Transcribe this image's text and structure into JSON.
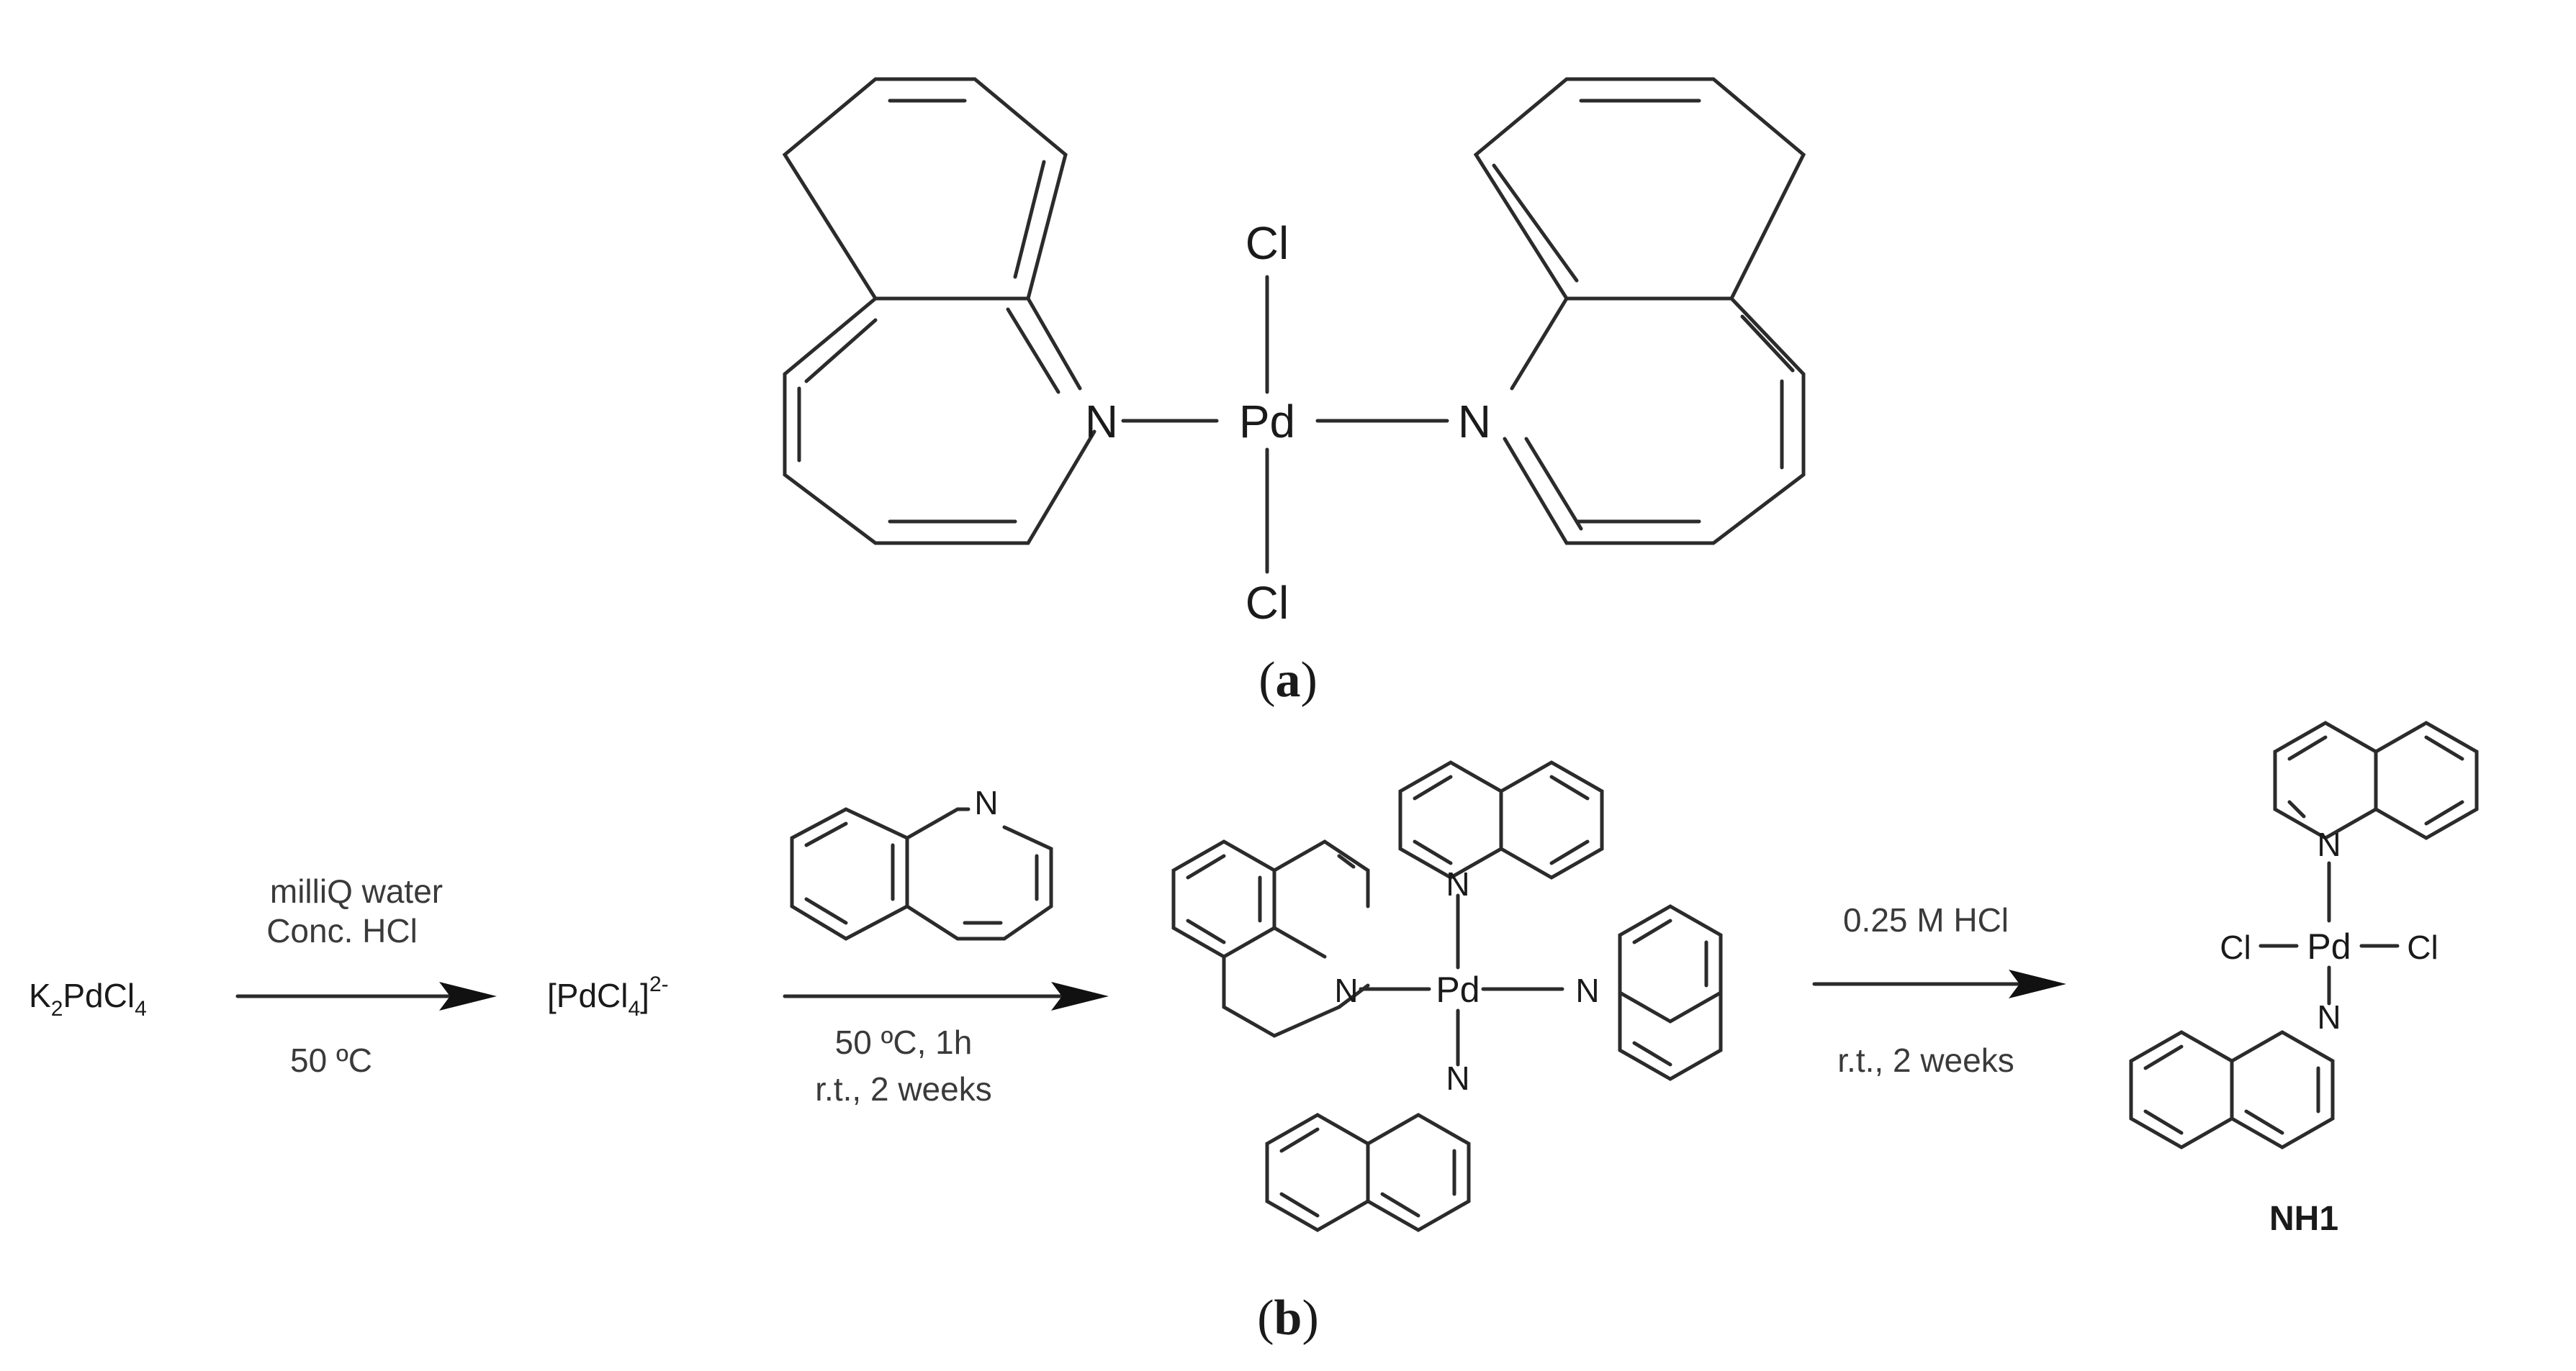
{
  "panel_a": {
    "caption_open": "(",
    "caption_letter": "a",
    "caption_close": ")",
    "top_cl": "Cl",
    "bottom_cl": "Cl",
    "metal": "Pd",
    "left_n": "N",
    "right_n": "N"
  },
  "panel_b": {
    "caption_open": "(",
    "caption_letter": "b",
    "caption_close": ")",
    "reactant_main": "K",
    "reactant_sub1": "2",
    "reactant_mid": "PdCl",
    "reactant_sub2": "4",
    "step1_cond1": "milliQ water",
    "step1_cond2": "Conc. HCl",
    "step1_cond3": "50 ºC",
    "intermediate_main": "[PdCl",
    "intermediate_sub": "4",
    "intermediate_close": "]",
    "intermediate_charge": "2-",
    "quinoline_n": "N",
    "step2_cond1": "50 ºC, 1h",
    "step2_cond2": "r.t., 2 weeks",
    "tetra_metal": "Pd",
    "tetra_n": "N",
    "step3_cond1": "0.25 M HCl",
    "step3_cond2": "r.t., 2 weeks",
    "product_metal": "Pd",
    "product_cl": "Cl",
    "product_n": "N",
    "product_label": "NH1"
  }
}
